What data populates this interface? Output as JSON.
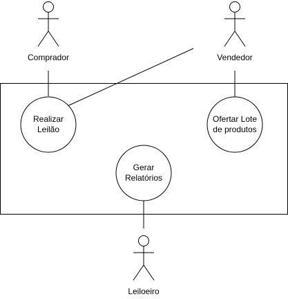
{
  "actors": {
    "buyer": "Comprador",
    "seller": "Vendedor",
    "auctioneer": "Leiloeiro"
  },
  "use_cases": {
    "auction": "Realizar\nLeilão",
    "offer_lot": "Ofertar Lote\nde produtos",
    "reports": "Gerar\nRelatórios"
  },
  "colors": {
    "stroke": "#000000",
    "fill": "#ffffff",
    "text": "#000000"
  }
}
